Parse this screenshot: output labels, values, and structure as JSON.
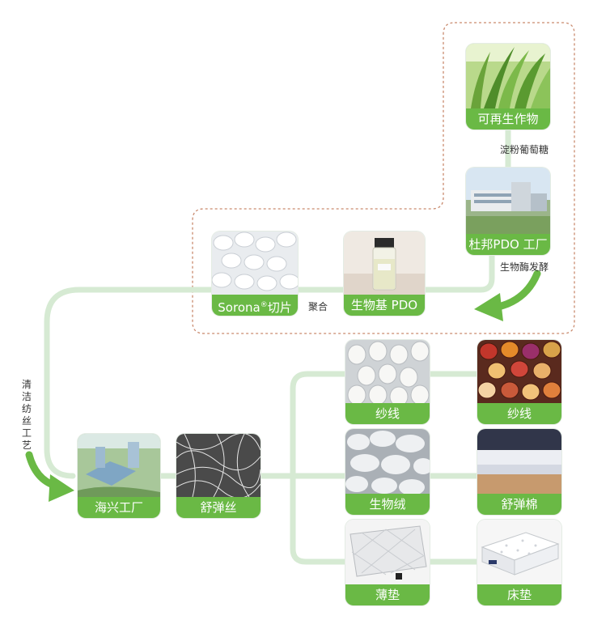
{
  "nodes": {
    "crops": "可再生作物",
    "dupont_pdo_plant": "杜邦PDO 工厂",
    "bio_pdo": "生物基 PDO",
    "sorona_chips_name": "Sorona",
    "sorona_chips_mark": "®",
    "sorona_chips_suffix": "切片",
    "haixing_plant": "海兴工厂",
    "stretch_fiber": "舒弹丝",
    "yarn_a": "纱线",
    "yarn_b": "纱线",
    "bio_down": "生物绒",
    "stretch_cotton": "舒弹棉",
    "thin_pad": "薄垫",
    "mattress": "床垫"
  },
  "edges": {
    "starch_glucose": "淀粉葡萄糖",
    "bio_enzyme_fermentation": "生物酶发酵",
    "polymerization": "聚合",
    "clean_spinning": "清洁纺丝工艺"
  },
  "colors": {
    "label_green": "#6ab945",
    "line_green": "#d6ead3",
    "arrow_green": "#6ab945",
    "dashed_border": "#c98a6e"
  }
}
